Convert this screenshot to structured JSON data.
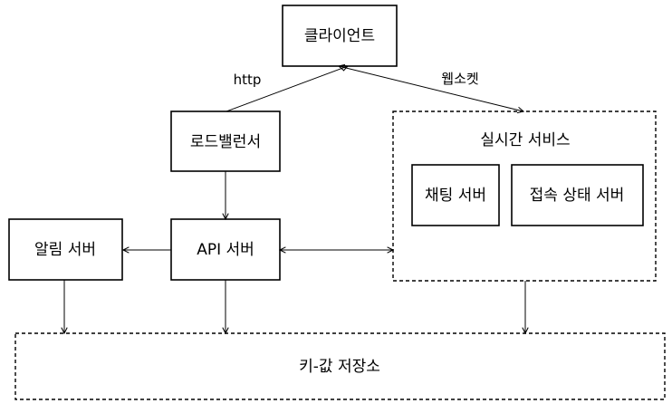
{
  "nodes": {
    "client": "클라이언트",
    "load_balancer": "로드밸런서",
    "realtime_service": "실시간 서비스",
    "chat_server": "채팅 서버",
    "presence_server": "접속 상태 서버",
    "notification_server": "알림 서버",
    "api_server": "API 서버",
    "kv_store": "키-값 저장소"
  },
  "edge_labels": {
    "http": "http",
    "websocket": "웹소켓"
  }
}
